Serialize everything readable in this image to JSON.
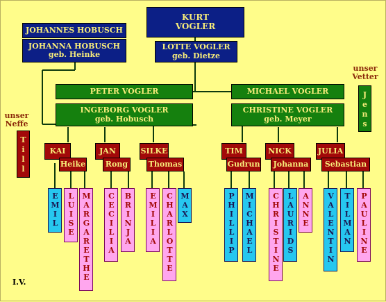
{
  "grandparents": {
    "left_father": "JOHANNES HOBUSCH",
    "left_mother": [
      "JOHANNA HOBUSCH",
      "geb. Heinke"
    ],
    "right_father": [
      "KURT",
      "VOGLER"
    ],
    "right_mother": [
      "LOTTE VOGLER",
      "geb. Dietze"
    ]
  },
  "parents": {
    "peter": "PETER VOGLER",
    "ingeborg": [
      "INGEBORG VOGLER",
      "geb. Hobusch"
    ],
    "michael": "MICHAEL VOGLER",
    "christine": [
      "CHRISTINE VOGLER",
      "geb. Meyer"
    ]
  },
  "side_labels": {
    "neffe_caption": [
      "unser",
      "Neffe"
    ],
    "neffe_name": "Till",
    "vetter_caption": [
      "unser",
      "Vetter"
    ],
    "vetter_name": "Jens"
  },
  "couples": [
    {
      "name": "KAI",
      "partner": "Heike"
    },
    {
      "name": "JAN",
      "partner": "Rong"
    },
    {
      "name": "SILKE",
      "partner": "Thomas"
    },
    {
      "name": "TIM",
      "partner": "Gudrun"
    },
    {
      "name": "NICK",
      "partner": "Johanna"
    },
    {
      "name": "JULIA",
      "partner": "Sebastian"
    }
  ],
  "grandchildren": [
    {
      "name": "EMIL",
      "color": "cyan"
    },
    {
      "name": "LUISE",
      "color": "pink"
    },
    {
      "name": "MARGARETHE",
      "color": "pink"
    },
    {
      "name": "CECILIA",
      "color": "pink"
    },
    {
      "name": "BRINJA",
      "color": "pink"
    },
    {
      "name": "EMILIA",
      "color": "pink"
    },
    {
      "name": "CHARLOTTE",
      "color": "pink"
    },
    {
      "name": "MAX",
      "color": "cyan"
    },
    {
      "name": "PHILLIP",
      "color": "cyan"
    },
    {
      "name": "MICHAEL",
      "color": "cyan"
    },
    {
      "name": "CHRISTINE",
      "color": "pink"
    },
    {
      "name": "LAURIDS",
      "color": "cyan"
    },
    {
      "name": "ANNE",
      "color": "pink"
    },
    {
      "name": "VALENTIN",
      "color": "cyan"
    },
    {
      "name": "TILMAN",
      "color": "cyan"
    },
    {
      "name": "PAULINE",
      "color": "pink"
    }
  ],
  "colors": {
    "background": "#fffd8a",
    "navy": "#0c1f86",
    "green": "#15800e",
    "red": "#a20909",
    "cyan": "#26c7ef",
    "pink": "#ffa6ee"
  },
  "signature": "I.V."
}
